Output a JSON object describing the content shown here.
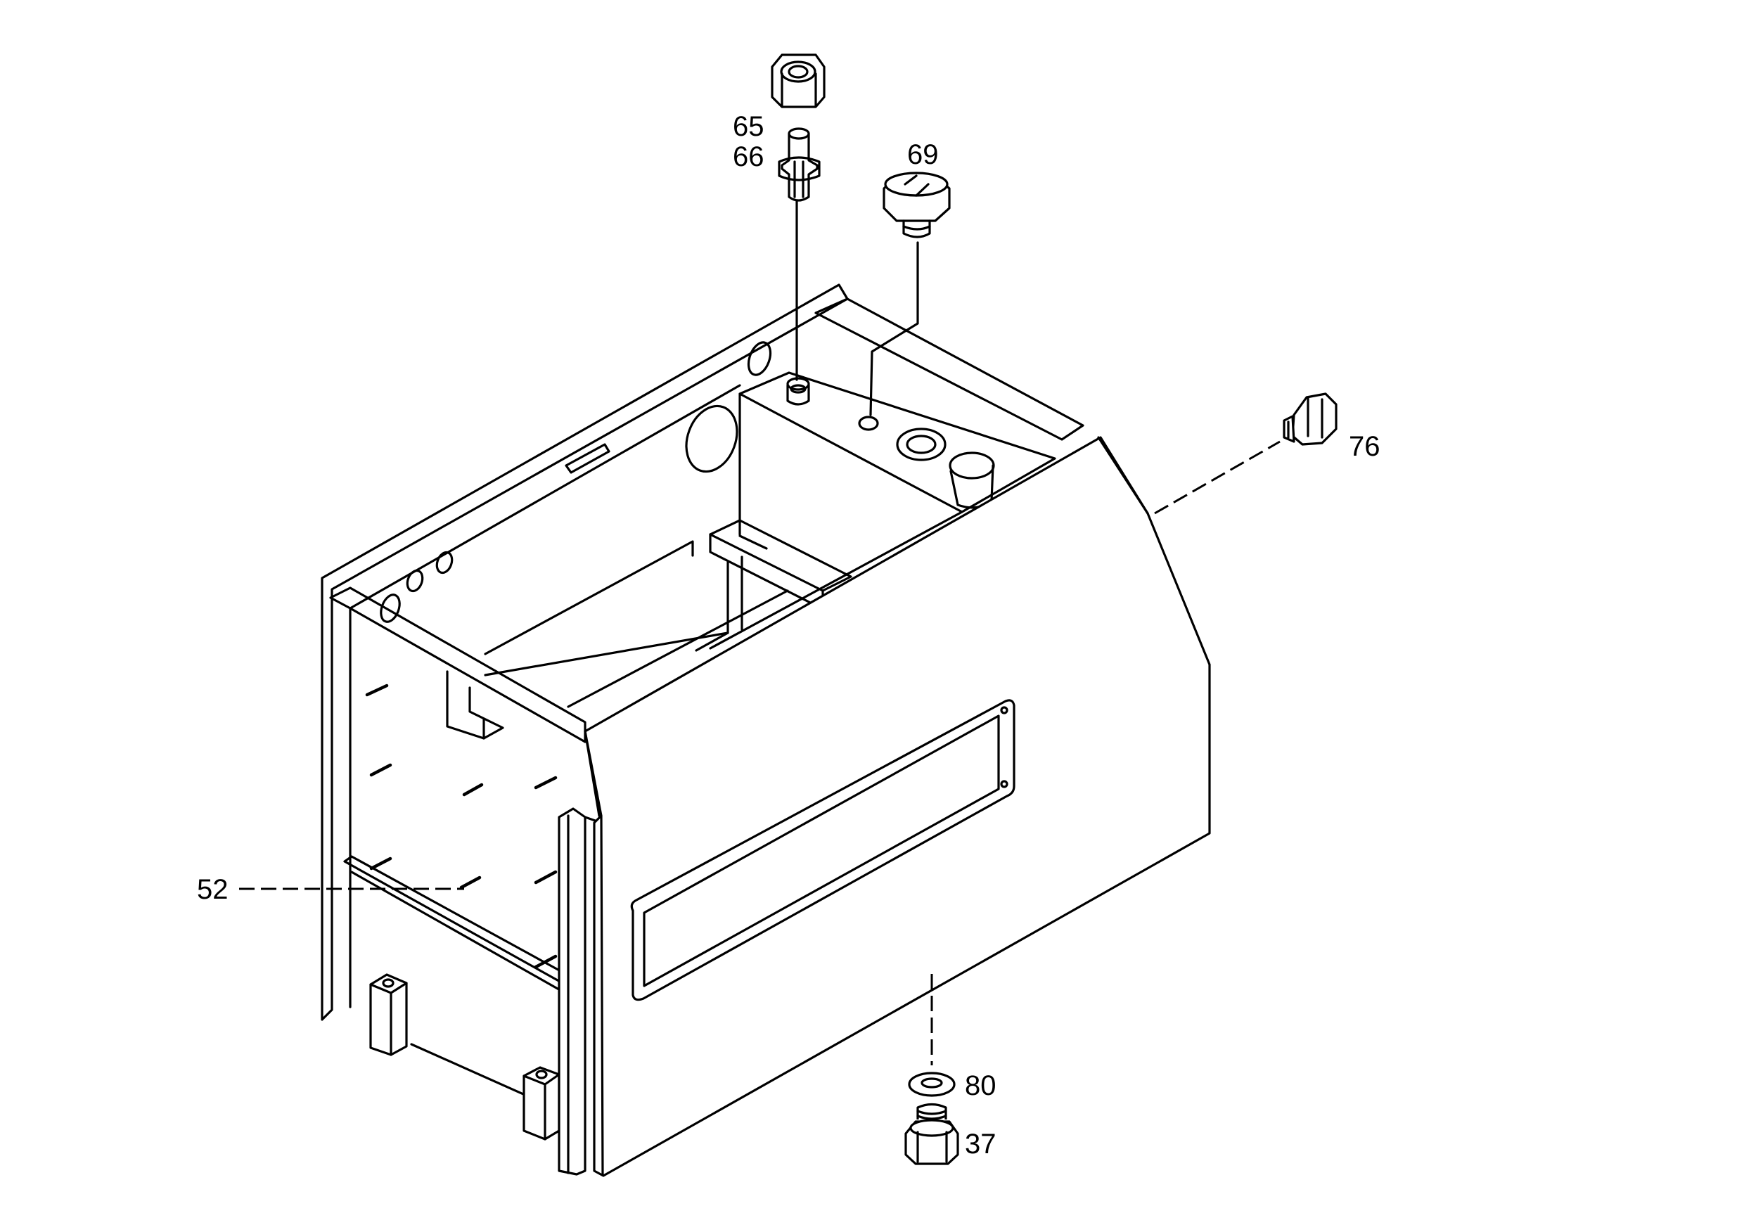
{
  "callouts": {
    "c65": "65",
    "c66": "66",
    "c69": "69",
    "c76": "76",
    "c52": "52",
    "c80": "80",
    "c37": "37"
  }
}
